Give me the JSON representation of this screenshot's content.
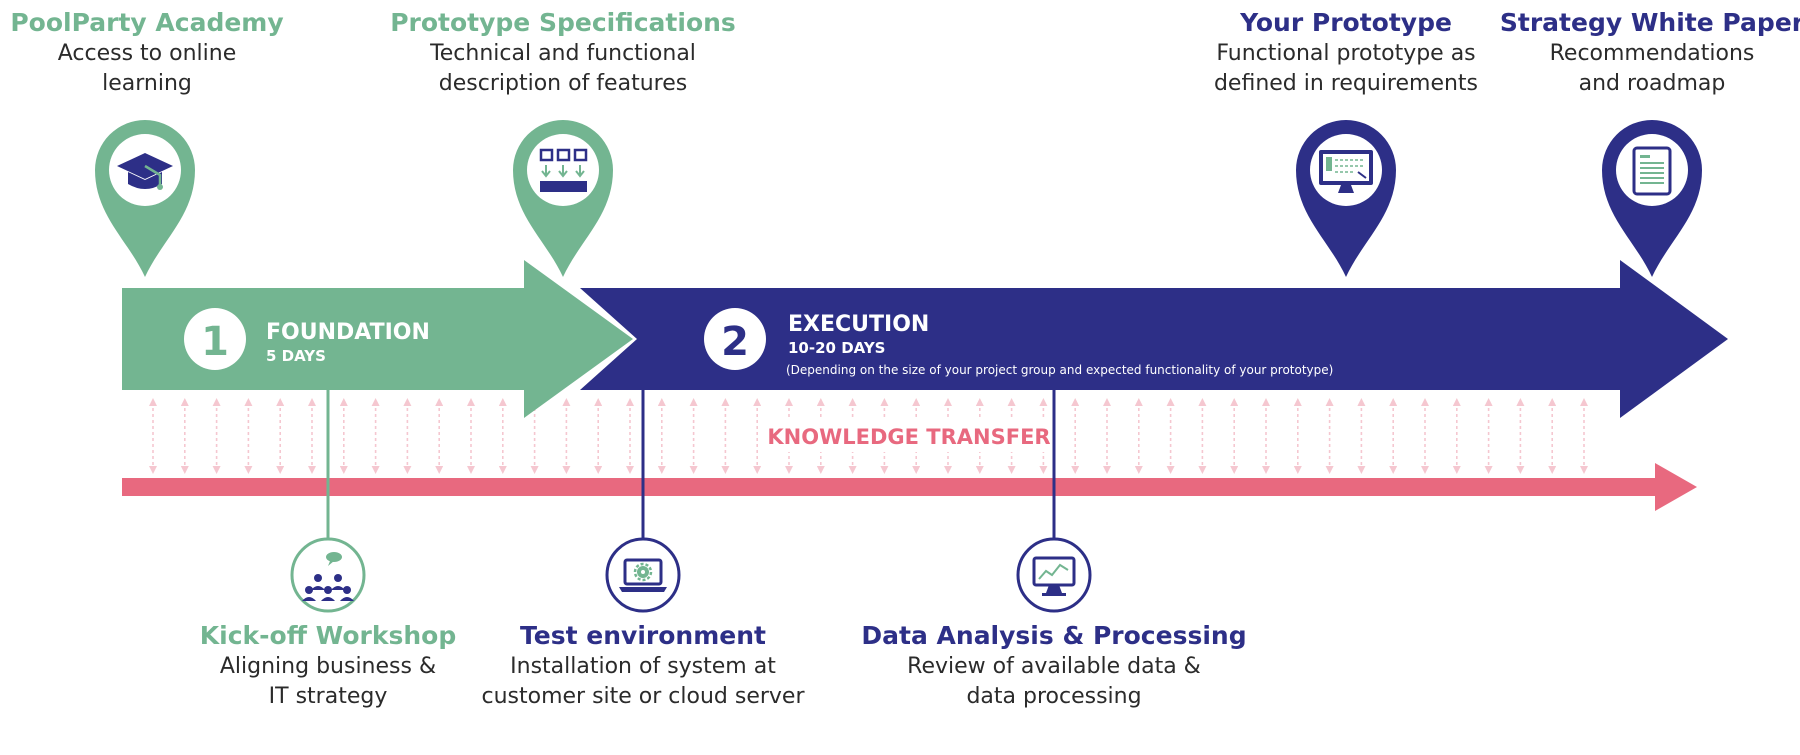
{
  "colors": {
    "green": "#73b591",
    "navy": "#2d2f87",
    "pink": "#e8697f",
    "pink_light": "#f5c7d0",
    "text": "#2b2b2b"
  },
  "top_milestones": [
    {
      "title": "PoolParty Academy",
      "desc_lines": [
        "Access to online",
        "learning"
      ],
      "color": "green",
      "icon": "graduation-cap-icon"
    },
    {
      "title": "Prototype Specifications",
      "desc_lines": [
        "Technical and functional",
        "description of features"
      ],
      "color": "green",
      "icon": "feature-blocks-icon"
    },
    {
      "title": "Your Prototype",
      "desc_lines": [
        "Functional prototype as",
        "defined in requirements"
      ],
      "color": "navy",
      "icon": "monitor-prototype-icon"
    },
    {
      "title": "Strategy White Paper",
      "desc_lines": [
        "Recommendations",
        "and roadmap"
      ],
      "color": "navy",
      "icon": "document-icon"
    }
  ],
  "phases": [
    {
      "number": "1",
      "name": "FOUNDATION",
      "duration": "5 DAYS",
      "note": ""
    },
    {
      "number": "2",
      "name": "EXECUTION",
      "duration": "10-20 DAYS",
      "note": "(Depending on the size of your project group and  expected functionality of your prototype)"
    }
  ],
  "knowledge_transfer": "KNOWLEDGE TRANSFER",
  "bottom_milestones": [
    {
      "title": "Kick-off Workshop",
      "desc_lines": [
        "Aligning business &",
        "IT strategy"
      ],
      "color": "green",
      "icon": "workshop-group-icon"
    },
    {
      "title": "Test environment",
      "desc_lines": [
        "Installation of system at",
        "customer site or cloud server"
      ],
      "color": "navy",
      "icon": "laptop-gear-icon"
    },
    {
      "title": "Data Analysis & Processing",
      "desc_lines": [
        "Review of available data &",
        "data processing"
      ],
      "color": "navy",
      "icon": "monitor-chart-icon"
    }
  ]
}
